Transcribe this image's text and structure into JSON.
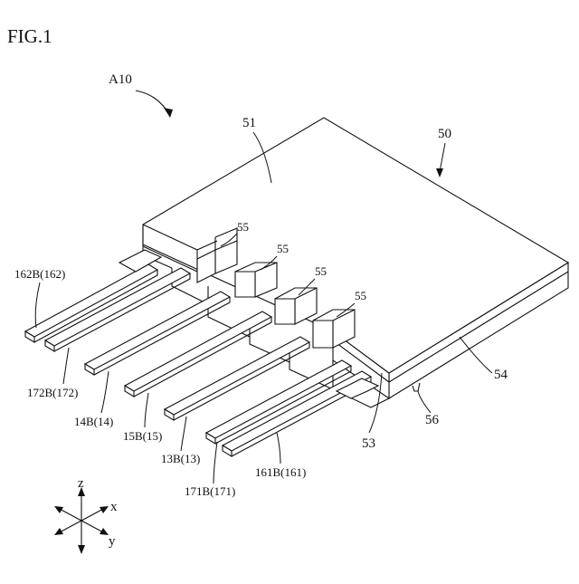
{
  "figure_title": "FIG.1",
  "assembly_label": "A10",
  "labels": {
    "package": "50",
    "top_face": "51",
    "side_face": "54",
    "front_face": "53",
    "notch": "56",
    "step_1": "55",
    "step_2": "55",
    "step_3": "55",
    "step_4": "55",
    "lead_162": "162B(162)",
    "lead_172": "172B(172)",
    "lead_14": "14B(14)",
    "lead_15": "15B(15)",
    "lead_13": "13B(13)",
    "lead_171": "171B(171)",
    "lead_161": "161B(161)"
  },
  "axes": {
    "z": "z",
    "x": "x",
    "y": "y"
  }
}
